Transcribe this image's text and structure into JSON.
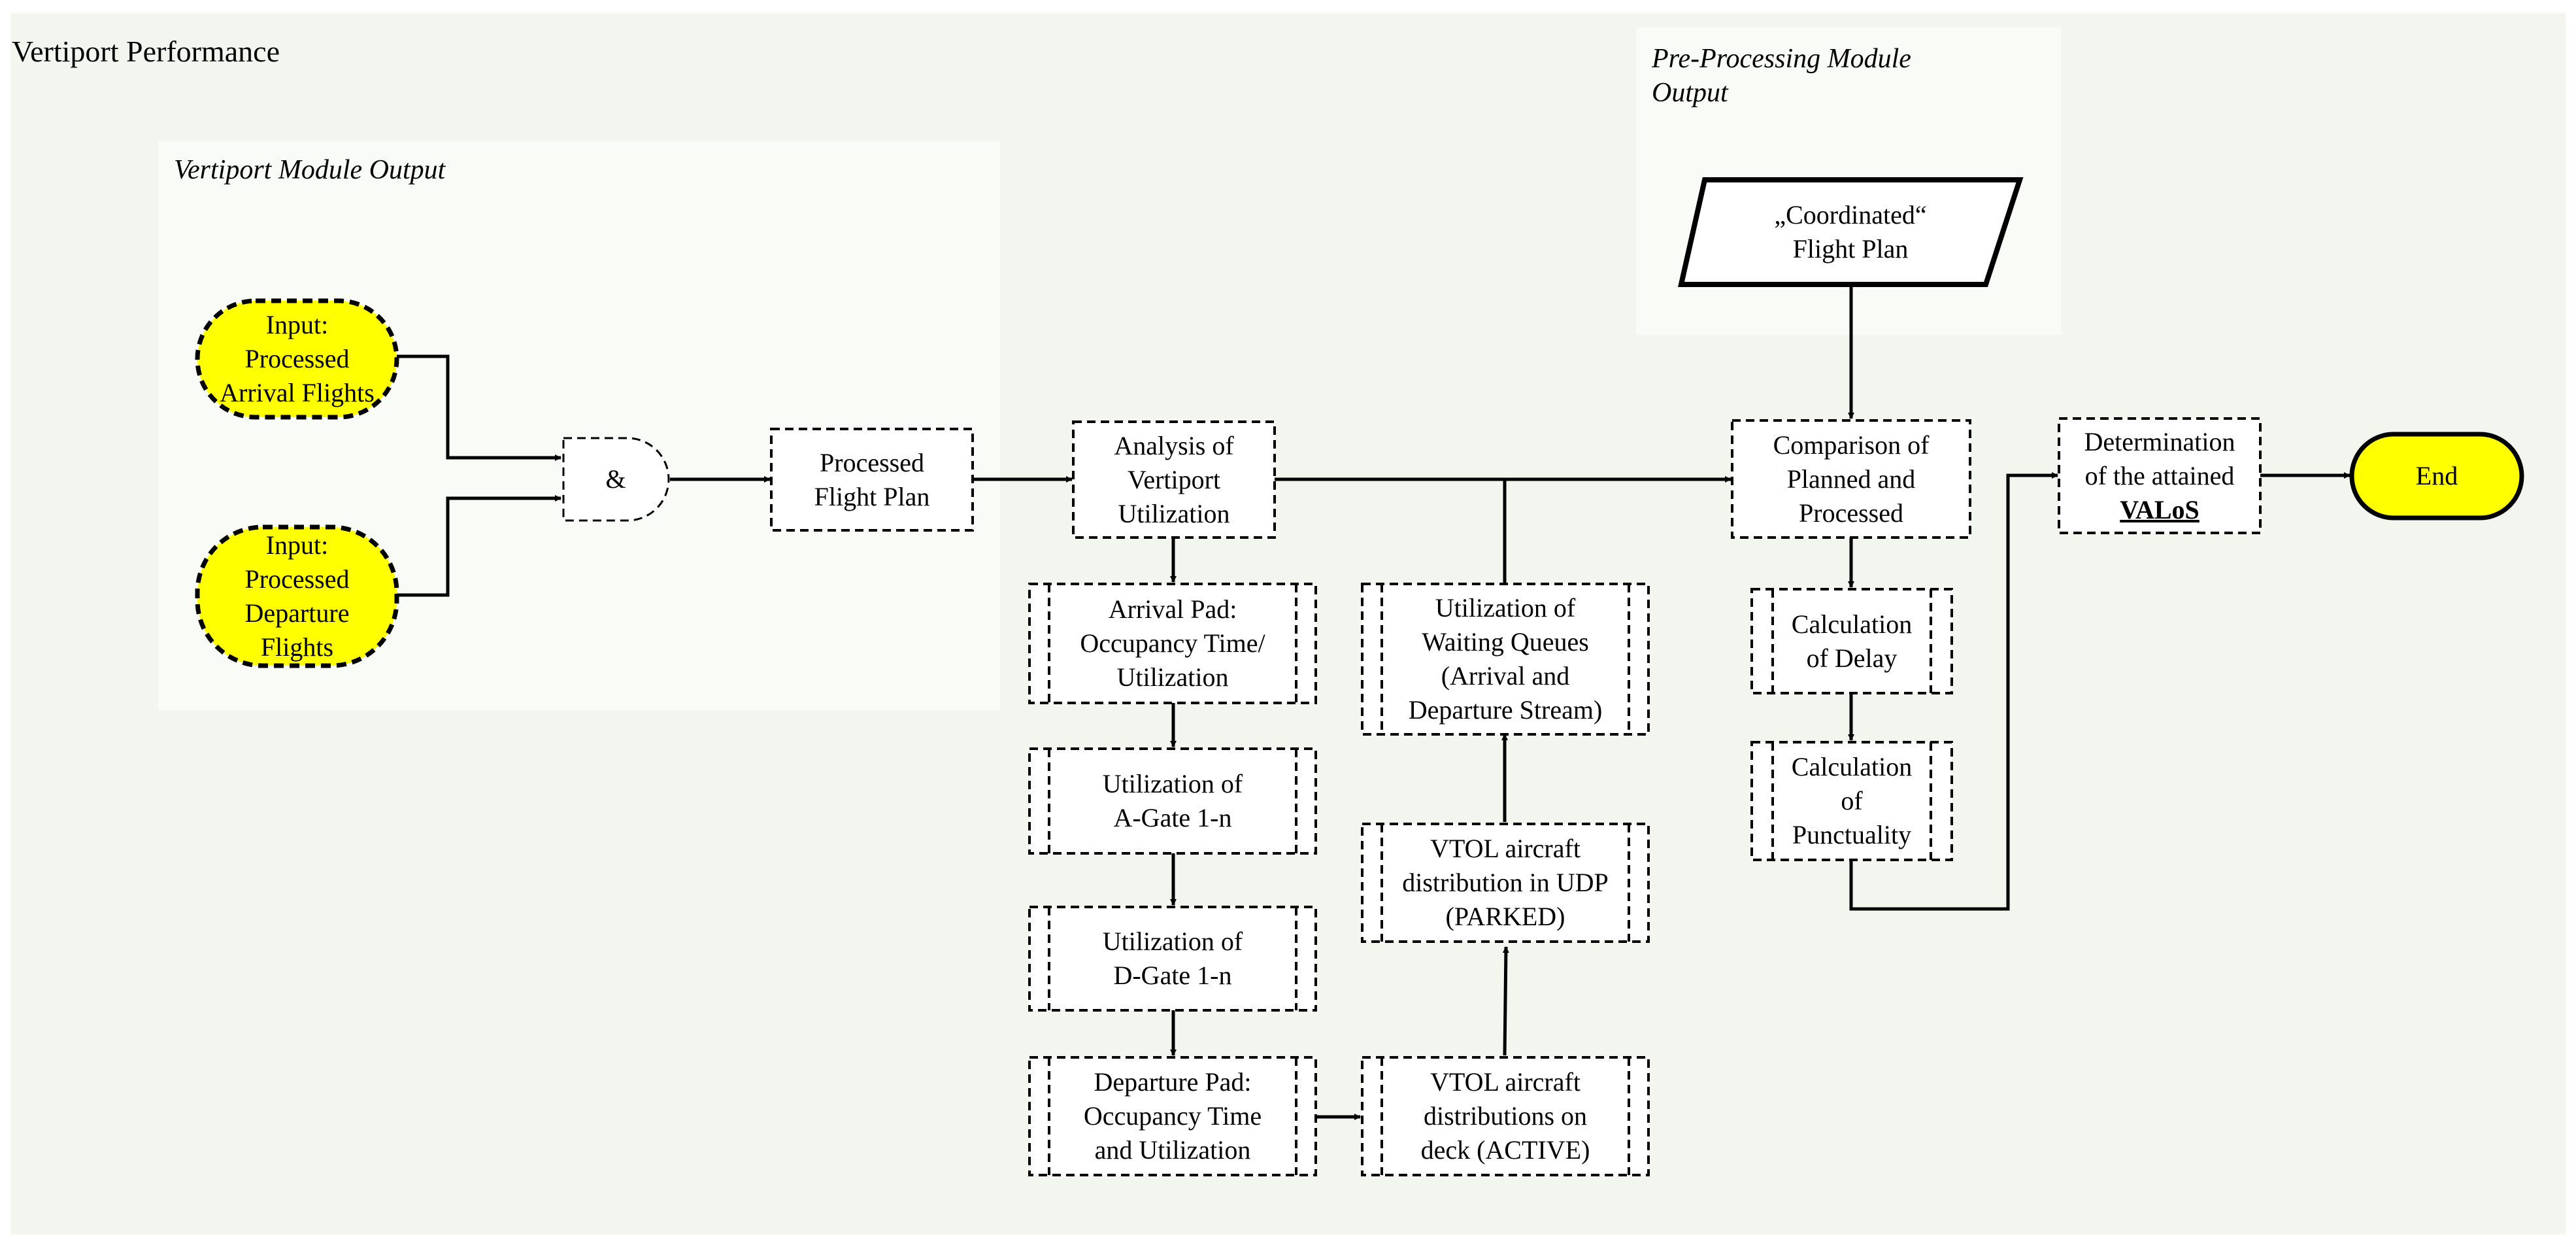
{
  "colors": {
    "background": "#f3f6ee",
    "panel": "#f9fbf7",
    "terminal_fill": "#ffff00",
    "stroke": "#000000"
  },
  "title": "Vertiport Performance",
  "panels": {
    "vertiport_module": "Vertiport Module Output",
    "preprocessing_module": [
      "Pre-Processing Module",
      "Output"
    ]
  },
  "nodes": {
    "input_arrival": [
      "Input:",
      "Processed",
      "Arrival Flights"
    ],
    "input_departure": [
      "Input:",
      "Processed",
      "Departure",
      "Flights"
    ],
    "and_gate": "&",
    "processed_flight_plan": [
      "Processed",
      "Flight Plan"
    ],
    "analysis": [
      "Analysis of",
      "Vertiport",
      "Utilization"
    ],
    "arrival_pad": [
      "Arrival Pad:",
      "Occupancy Time/",
      "Utilization"
    ],
    "a_gate": [
      "Utilization of",
      "A-Gate 1-n"
    ],
    "d_gate": [
      "Utilization of",
      "D-Gate 1-n"
    ],
    "departure_pad": [
      "Departure Pad:",
      "Occupancy Time",
      "and Utilization"
    ],
    "vtol_active": [
      "VTOL aircraft",
      "distributions on",
      "deck (ACTIVE)"
    ],
    "vtol_parked": [
      "VTOL aircraft",
      "distribution in UDP",
      "(PARKED)"
    ],
    "waiting_queues": [
      "Utilization of",
      "Waiting Queues",
      "(Arrival and",
      "Departure Stream)"
    ],
    "coordinated_plan": [
      "„Coordinated“",
      "Flight Plan"
    ],
    "comparison": [
      "Comparison of",
      "Planned and",
      "Processed"
    ],
    "calc_delay": [
      "Calculation",
      "of Delay"
    ],
    "calc_punctuality": [
      "Calculation",
      "of",
      "Punctuality"
    ],
    "determination": [
      "Determination",
      "of the attained"
    ],
    "valos": "VALoS",
    "end": "End"
  }
}
